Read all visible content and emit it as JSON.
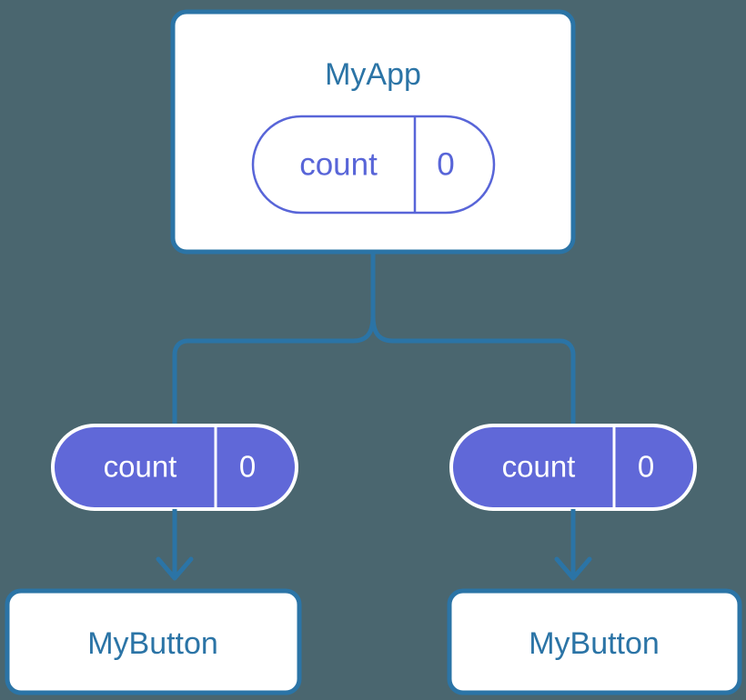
{
  "diagram": {
    "title": "MyApp component tree with count state",
    "background_color": "#4a666f",
    "colors": {
      "box_stroke": "#2b74a6",
      "box_fill": "#ffffff",
      "box_text": "#2b74a6",
      "pill_outline_stroke": "#5865d8",
      "pill_outline_fill": "#ffffff",
      "pill_outline_text": "#5865d8",
      "pill_filled_fill": "#6068d8",
      "pill_filled_stroke": "#ffffff",
      "pill_filled_text": "#ffffff",
      "connector": "#2b74a6",
      "arrow": "#2b74a6"
    }
  },
  "root": {
    "name": "root-component",
    "label": "MyApp",
    "state": {
      "key": "count",
      "value": "0"
    }
  },
  "children": [
    {
      "name": "child-left",
      "label": "MyButton",
      "state": {
        "key": "count",
        "value": "0"
      }
    },
    {
      "name": "child-right",
      "label": "MyButton",
      "state": {
        "key": "count",
        "value": "0"
      }
    }
  ],
  "connectors": {
    "trunk_name": "root-to-fork-trunk",
    "fork_name": "fork-branch",
    "left_arrow_name": "left-prop-arrow",
    "right_arrow_name": "right-prop-arrow"
  }
}
